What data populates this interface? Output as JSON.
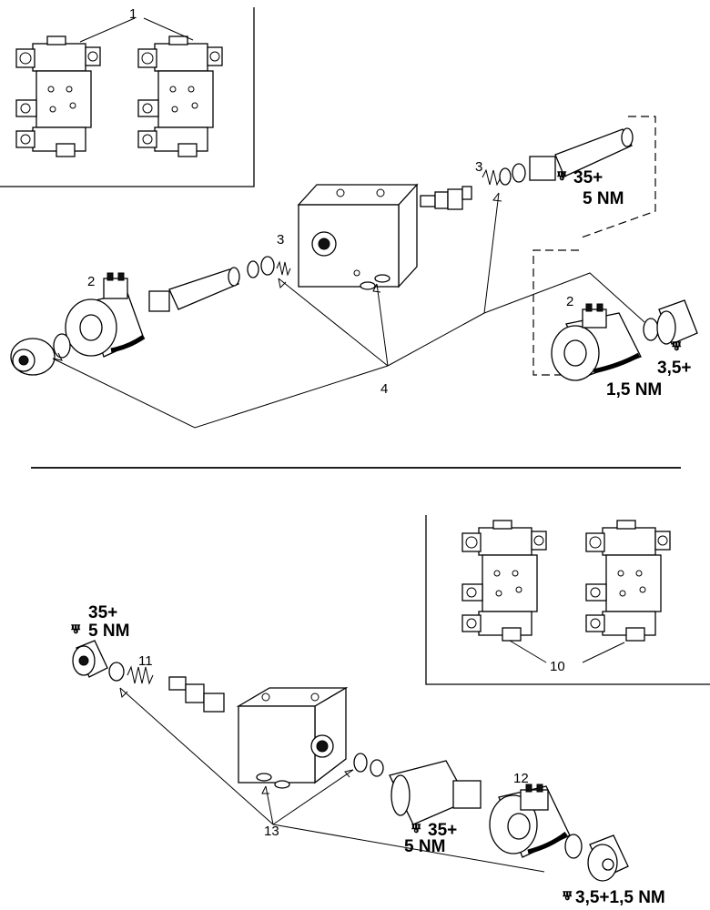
{
  "upper": {
    "callouts": [
      "1",
      "2",
      "2",
      "3",
      "3",
      "4"
    ],
    "torques": {
      "right_top_line1": "35+",
      "right_top_line2": "5 NM",
      "right_low_line1": "3,5+",
      "right_low_line2": "1,5 NM"
    }
  },
  "lower": {
    "callouts": [
      "10",
      "11",
      "12",
      "13"
    ],
    "torques": {
      "left_line1": "35+",
      "left_line2": "5 NM",
      "mid_line1": "35+",
      "mid_line2": "5 NM",
      "bottom": "3,5+1,5 NM"
    }
  }
}
